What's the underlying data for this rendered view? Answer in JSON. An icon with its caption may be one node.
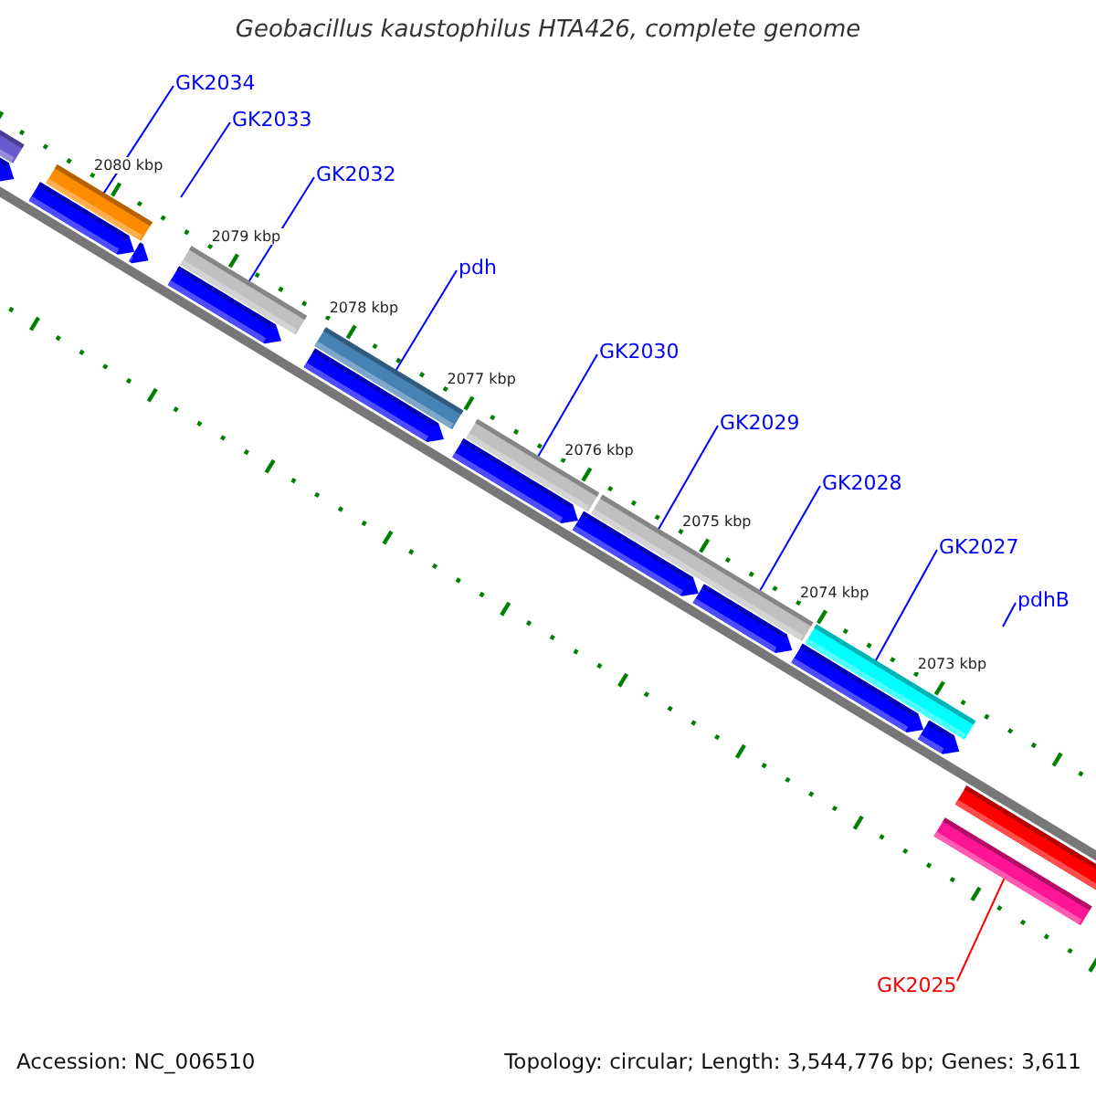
{
  "diagram": {
    "title": "Geobacillus kaustophilus HTA426, complete genome",
    "nodes": [
      {
        "text": [
          "GK2034"
        ]
      },
      {
        "text": [
          "GK2033"
        ]
      },
      {
        "text": [
          "GK2032"
        ]
      },
      {
        "text": [
          "pdh"
        ]
      },
      {
        "text": [
          "GK2030"
        ]
      },
      {
        "text": [
          "GK2029"
        ]
      },
      {
        "text": [
          "GK2028"
        ]
      },
      {
        "text": [
          "GK2027"
        ]
      },
      {
        "text": [
          "pdhB"
        ]
      },
      {
        "text": [
          "GK2025"
        ]
      },
      {
        "text": [],
        "shape": "bar"
      },
      {
        "text": [],
        "shape": "bar"
      },
      {
        "text": [],
        "shape": "bar"
      },
      {
        "text": [],
        "shape": "bar"
      },
      {
        "text": [],
        "shape": "bar"
      },
      {
        "text": [],
        "shape": "bar"
      },
      {
        "text": [],
        "shape": "bar"
      }
    ],
    "edges": [
      {
        "from": 0,
        "to": 10,
        "arrow": "none"
      },
      {
        "from": 1,
        "to": null,
        "arrow": "none"
      },
      {
        "from": 2,
        "to": 11,
        "arrow": "none"
      },
      {
        "from": 3,
        "to": 12,
        "arrow": "none"
      },
      {
        "from": 4,
        "to": 13,
        "arrow": "none"
      },
      {
        "from": 5,
        "to": 14,
        "arrow": "none"
      },
      {
        "from": 6,
        "to": 14,
        "arrow": "none"
      },
      {
        "from": 7,
        "to": 15,
        "arrow": "none"
      },
      {
        "from": 8,
        "to": null,
        "arrow": "none"
      },
      {
        "from": 9,
        "to": 16,
        "arrow": "none",
        "color": "#ff0000"
      }
    ],
    "labels": [
      "2080 kbp",
      "2079 kbp",
      "2078 kbp",
      "2077 kbp",
      "2076 kbp",
      "2075 kbp",
      "2074 kbp",
      "2073 kbp",
      "Accession: NC_006510",
      "Topology: circular; Length: 3,544,776 bp; Genes: 3,611"
    ]
  }
}
